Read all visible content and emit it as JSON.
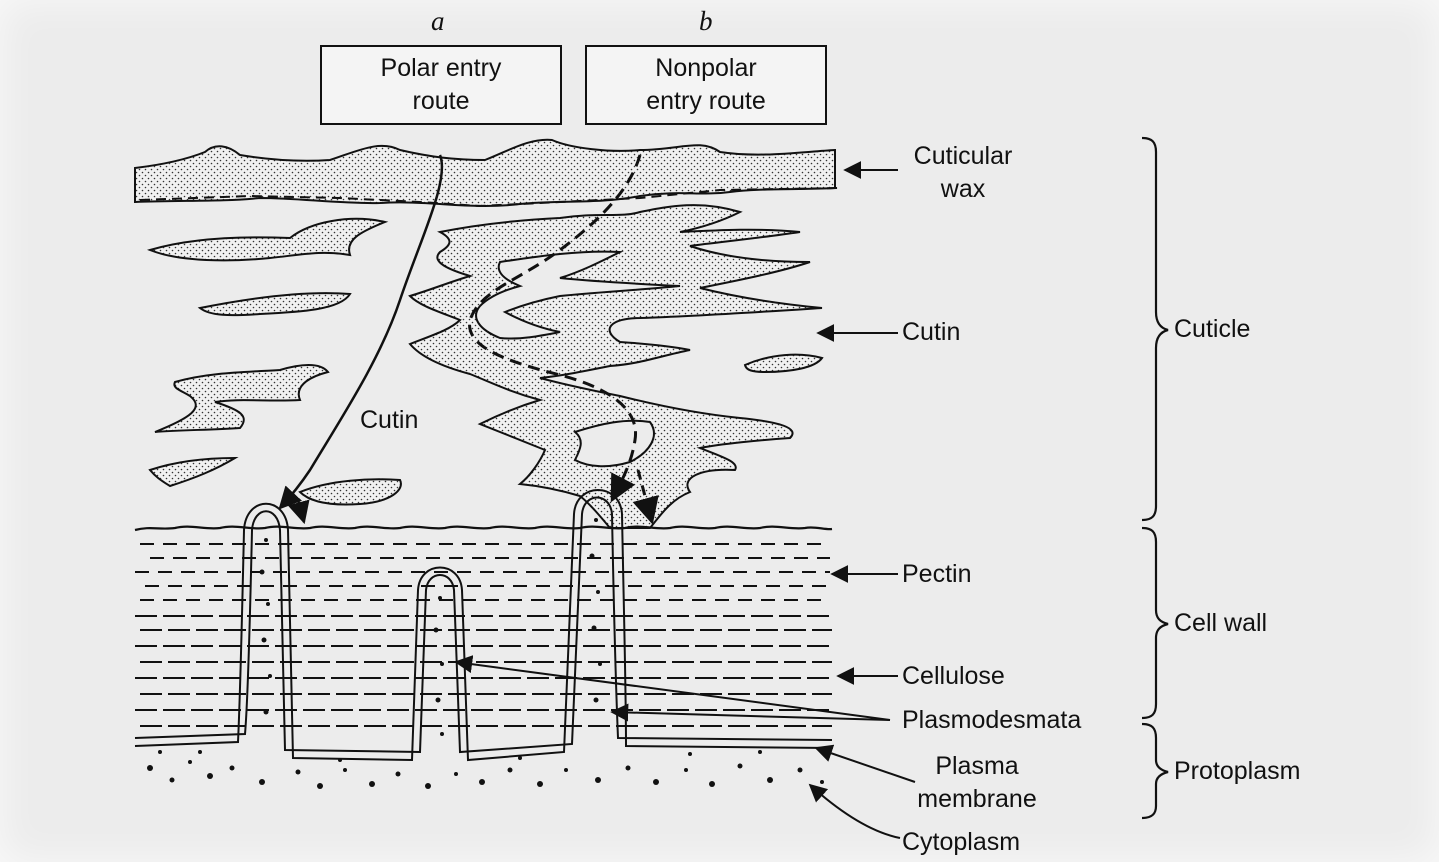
{
  "routes": {
    "a": {
      "letter": "a",
      "line1": "Polar entry",
      "line2": "route"
    },
    "b": {
      "letter": "b",
      "line1": "Nonpolar",
      "line2": "entry route"
    }
  },
  "labels": {
    "cuticular_wax_1": "Cuticular",
    "cuticular_wax_2": "wax",
    "cutin_right": "Cutin",
    "cutin_inner": "Cutin",
    "pectin": "Pectin",
    "cellulose": "Cellulose",
    "plasmodesmata": "Plasmodesmata",
    "plasma_membrane_1": "Plasma",
    "plasma_membrane_2": "membrane",
    "cytoplasm": "Cytoplasm"
  },
  "regions": {
    "cuticle": "Cuticle",
    "cell_wall": "Cell wall",
    "protoplasm": "Protoplasm"
  },
  "colors": {
    "ink": "#111111",
    "paper": "#ececec"
  }
}
